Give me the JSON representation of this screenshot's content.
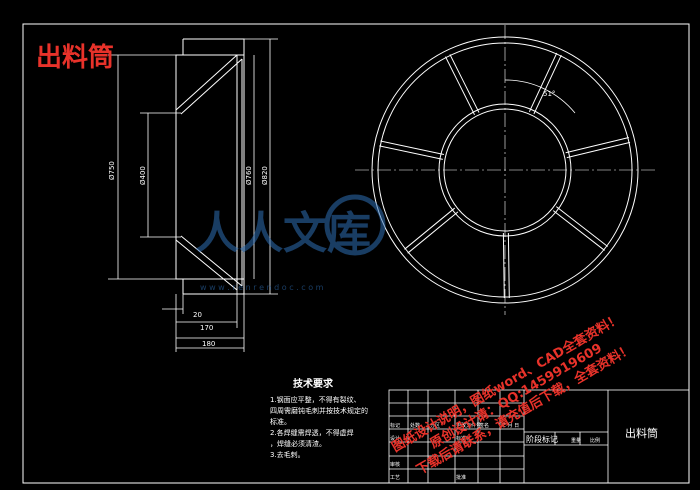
{
  "drawing": {
    "title_cn": "出料筒",
    "dims": {
      "d750": "Ø750",
      "d400": "Ø400",
      "d760": "Ø760",
      "d820": "Ø820",
      "w20": "20",
      "w170": "170",
      "w180": "180",
      "angle": "51°"
    },
    "tech_req": {
      "heading": "技术要求",
      "lines": [
        "1.钢面应平整，不得有裂纹、",
        "四周需磨钝毛刺并按技术规定的",
        "标准。",
        "2.各焊缝需焊透，不得虚焊",
        "，焊缝必须清渣。",
        "3.去毛刺。"
      ]
    },
    "watermark": {
      "brand": "人人文库",
      "url": "w w w . r e n r e n d o c . c o m"
    },
    "red_stamp": [
      "图纸设计说明，图纸word、CAD全套资料！",
      "原创设计请：QQ:1459919609",
      "下载后请联系，请充值后下载，全套资料！"
    ],
    "title_block": {
      "part_name": "出料筒",
      "stage_label": "阶段标记",
      "weight_label": "重量",
      "scale_label": "比例",
      "design": "设计",
      "standard": "标准化",
      "review": "审核",
      "process": "工艺",
      "approve": "批准",
      "mark": "标记",
      "count": "处数",
      "zone": "分区",
      "doc_no": "更改文件号",
      "sign": "签名",
      "date": "年 月 日"
    }
  }
}
